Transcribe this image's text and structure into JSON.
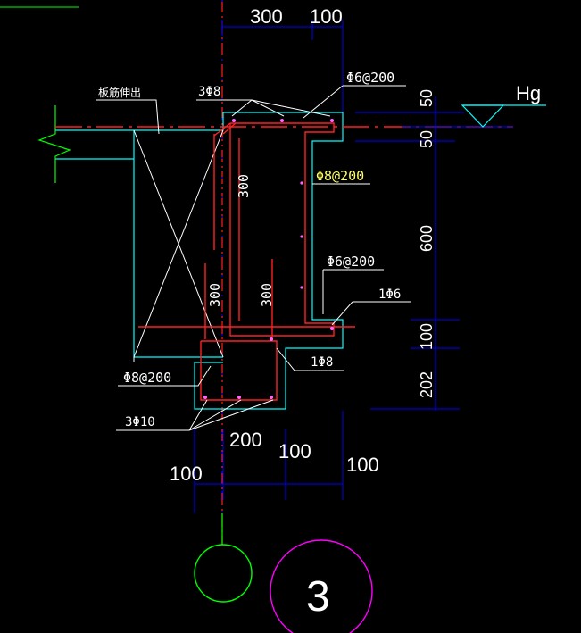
{
  "labels": {
    "dim_top_300": "300",
    "dim_top_100": "100",
    "slab_rebar": "板筋伸出",
    "top_bars": "3Φ8",
    "top_stirrup": "Φ6@200",
    "level_mark": "Hg",
    "right_dim_50a": "50",
    "right_dim_50b": "50",
    "right_dim_600": "600",
    "right_dim_100": "100",
    "right_dim_202": "202",
    "side_stirrup": "Φ8@200",
    "inner_dim_300_a": "300",
    "inner_dim_300_b": "300",
    "inner_dim_300_c": "300",
    "ledge_stirrup": "Φ6@200",
    "ledge_bar": "1Φ6",
    "mid_bar": "1Φ8",
    "bottom_stirrup": "Φ8@200",
    "bottom_bars": "3Φ10",
    "dim_200": "200",
    "dim_bot_100_a": "100",
    "dim_bot_100_b": "100",
    "dim_bot_100_c": "100",
    "axis_number": "3"
  },
  "colors": {
    "concrete": "#00ffff",
    "rebar": "#ff2020",
    "dim": "#0000ff",
    "leader": "#ffffff",
    "axis_green": "#00ff00",
    "axis_magenta": "#ff00ff",
    "highlight": "#ffff66"
  }
}
